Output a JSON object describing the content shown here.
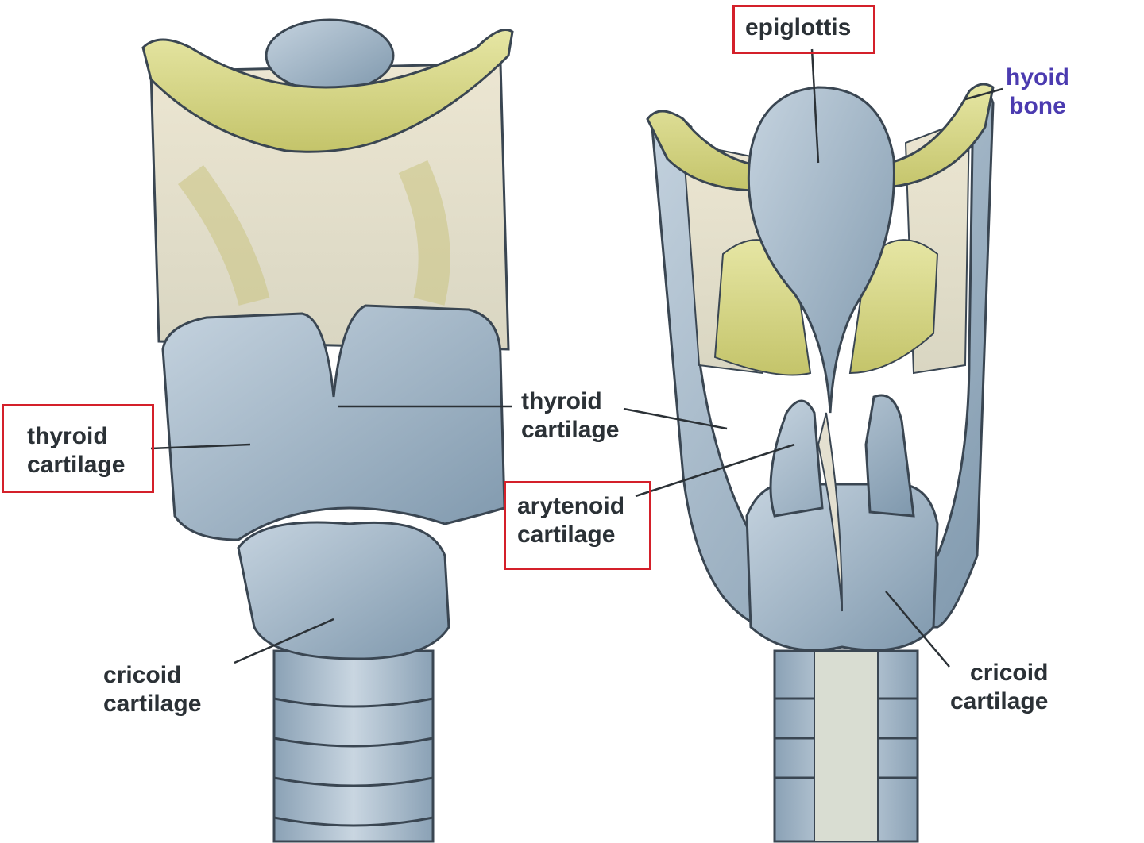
{
  "labels": {
    "epiglottis": {
      "text": "epiglottis"
    },
    "hyoid_bone": {
      "line1": "hyoid",
      "line2": "bone",
      "color": "#4b3bb0"
    },
    "thyroid_left": {
      "line1": "thyroid",
      "line2": "cartilage"
    },
    "thyroid_center": {
      "line1": "thyroid",
      "line2": "cartilage"
    },
    "arytenoid": {
      "line1": "arytenoid",
      "line2": "cartilage"
    },
    "cricoid_left": {
      "line1": "cricoid",
      "line2": "cartilage"
    },
    "cricoid_right": {
      "line1": "cricoid",
      "line2": "cartilage"
    }
  },
  "colors": {
    "highlight_box": "#d4202a",
    "cartilage": "#9eb3c6",
    "hyoid": "#d8d98a",
    "membrane": "#e8e2cc",
    "outline": "#3a4652"
  }
}
